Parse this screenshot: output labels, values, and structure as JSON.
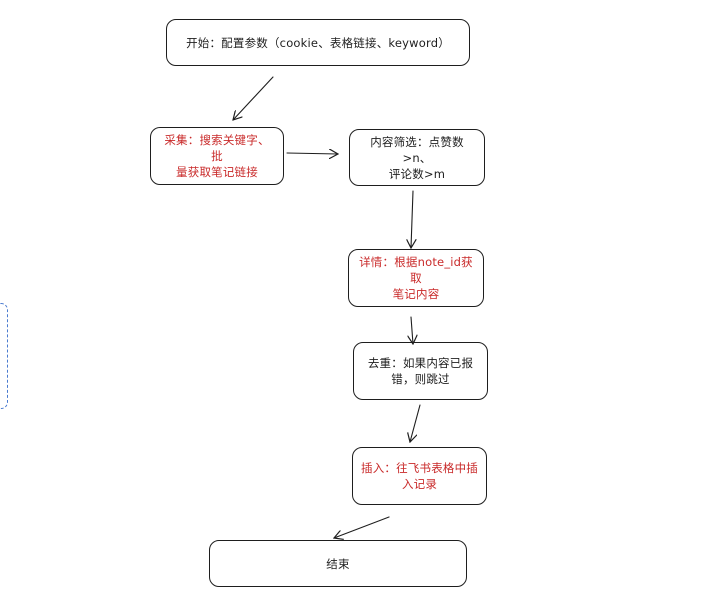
{
  "diagram": {
    "nodes": [
      {
        "id": "start",
        "label": "开始：配置参数（cookie、表格链接、keyword）",
        "style": "black"
      },
      {
        "id": "collect",
        "label": "采集：搜索关键字、批\n量获取笔记链接",
        "style": "red"
      },
      {
        "id": "filter",
        "label": "内容筛选：点赞数>n、\n评论数>m",
        "style": "black"
      },
      {
        "id": "detail",
        "label": "详情：根据note_id获取\n笔记内容",
        "style": "red"
      },
      {
        "id": "dedup",
        "label": "去重：如果内容已报\n错，则跳过",
        "style": "black"
      },
      {
        "id": "insert",
        "label": "插入：往飞书表格中插\n入记录",
        "style": "red"
      },
      {
        "id": "end",
        "label": "结束",
        "style": "black"
      }
    ],
    "edges": [
      {
        "from": "start",
        "to": "collect"
      },
      {
        "from": "collect",
        "to": "filter"
      },
      {
        "from": "filter",
        "to": "detail"
      },
      {
        "from": "detail",
        "to": "dedup"
      },
      {
        "from": "dedup",
        "to": "insert"
      },
      {
        "from": "insert",
        "to": "end"
      }
    ],
    "colors": {
      "stroke": "#1e1e1e",
      "red_text": "#c92a2a",
      "selection": "#4a7bd0"
    }
  }
}
